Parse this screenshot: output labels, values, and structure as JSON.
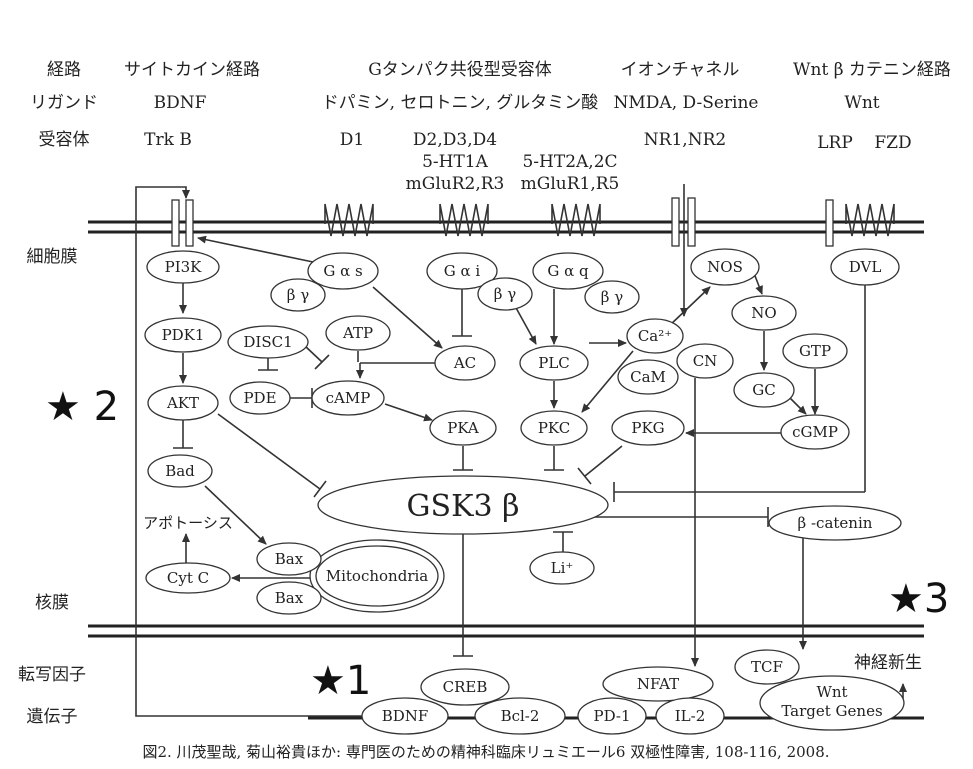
{
  "header": {
    "row_labels": [
      "経路",
      "リガンド",
      "受容体"
    ],
    "pathways": [
      "サイトカイン経路",
      "Gタンパク共役型受容体",
      "イオンチャネル",
      "Wnt β カテニン経路"
    ],
    "ligands": [
      "BDNF",
      "ドパミン, セロトニン, グルタミン酸",
      "NMDA, D-Serine",
      "Wnt"
    ],
    "receptors": {
      "trkb": "Trk B",
      "d1": "D1",
      "gi_line1": "D2,D3,D4",
      "gi_line2": "5-HT1A",
      "gi_line3": "mGluR2,R3",
      "gq_line1": "5-HT2A,2C",
      "gq_line2": "mGluR1,R5",
      "nr": "NR1,NR2",
      "lrp": "LRP",
      "fzd": "FZD"
    }
  },
  "side_labels": {
    "cell_membrane": "細胞膜",
    "nuclear_membrane": "核膜",
    "transcription_factor": "転写因子",
    "gene": "遺伝子"
  },
  "nodes": {
    "pi3k": "PI3K",
    "gas": "G α s",
    "gai": "G α i",
    "gaq": "G α q",
    "bg1": "β γ",
    "bg2": "β γ",
    "bg3": "β γ",
    "nos": "NOS",
    "dvl": "DVL",
    "pdk1": "PDK1",
    "disc1": "DISC1",
    "atp": "ATP",
    "ac": "AC",
    "plc": "PLC",
    "ca": "Ca²⁺",
    "no": "NO",
    "gtp": "GTP",
    "pde": "PDE",
    "camp": "cAMP",
    "cam": "CaM",
    "cn": "CN",
    "gc": "GC",
    "akt": "AKT",
    "pka": "PKA",
    "pkc": "PKC",
    "pkg": "PKG",
    "cgmp": "cGMP",
    "bad": "Bad",
    "gsk3b": "GSK3 β",
    "bcatenin": "β -catenin",
    "apoptosis": "アポトーシス",
    "bax1": "Bax",
    "bax2": "Bax",
    "cytc": "Cyt C",
    "mitochondria": "Mitochondria",
    "li": "Li⁺",
    "tcf": "TCF",
    "neurogenesis": "神経新生",
    "creb": "CREB",
    "nfat": "NFAT",
    "bdnf_gene": "BDNF",
    "bcl2": "Bcl-2",
    "pd1": "PD-1",
    "il2": "IL-2",
    "wnt_target_1": "Wnt",
    "wnt_target_2": "Target Genes"
  },
  "stars": {
    "s1": "★1",
    "s2": "★ 2",
    "s3": "★3"
  },
  "caption": "図2. 川茂聖哉, 菊山裕貴ほか: 専門医のための精神科臨床リュミエール6 双極性障害, 108-116, 2008."
}
